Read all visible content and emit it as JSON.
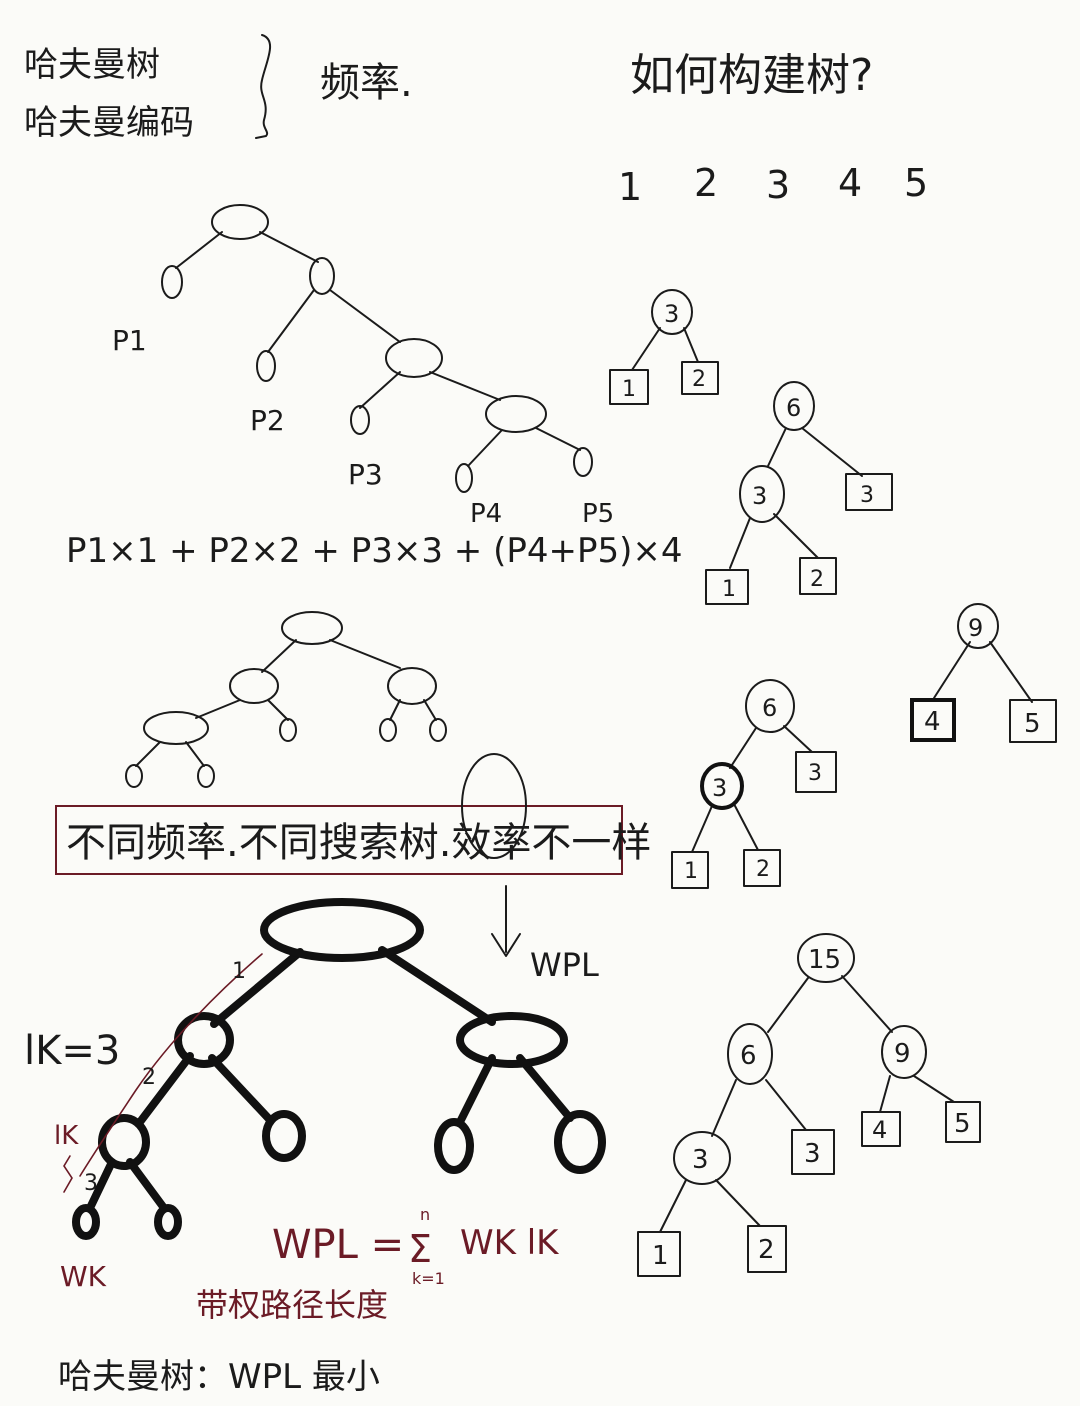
{
  "header": {
    "left_line1": "哈夫曼树",
    "left_line2": "哈夫曼编码",
    "brace_note": "频率.",
    "question": "如何构建树?"
  },
  "weights": [
    "1",
    "2",
    "3",
    "4",
    "5"
  ],
  "leaf_labels": [
    "P1",
    "P2",
    "P3",
    "P4",
    "P5"
  ],
  "weighted_sum_formula": "P1×1 + P2×2 + P3×3 + (P4+P5)×4",
  "box_note": "不同频率.不同搜索树.效率不一样",
  "arrow_label": "WPL",
  "path_annotation": {
    "lk_equals": "lK=3",
    "edge_1": "1",
    "edge_2": "2",
    "edge_3": "3",
    "lk": "lK",
    "wk": "WK"
  },
  "wpl_formula": {
    "lhs": "WPL =",
    "sigma": "Σ",
    "upper": "n",
    "lower": "k=1",
    "term": "WK lK"
  },
  "wpl_caption": "带权路径长度",
  "conclusion": "哈夫曼树：WPL 最小",
  "build_steps": {
    "step1": {
      "root": "3",
      "leaves": [
        "1",
        "2"
      ]
    },
    "step2": {
      "root": "6",
      "inner": "3",
      "leaves": [
        "1",
        "2",
        "3"
      ]
    },
    "step3_left": {
      "root": "6",
      "inner": "3",
      "leaves": [
        "1",
        "2",
        "3"
      ]
    },
    "step3_right": {
      "root": "9",
      "leaves": [
        "4",
        "5"
      ]
    },
    "final": {
      "root": "15",
      "left": "6",
      "right": "9",
      "inner": "3",
      "leaves": [
        "1",
        "2",
        "3",
        "4",
        "5"
      ]
    }
  },
  "colors": {
    "ink": "#1b1b1b",
    "red_ink": "#6b1b26",
    "paper": "#fbfbf8"
  }
}
